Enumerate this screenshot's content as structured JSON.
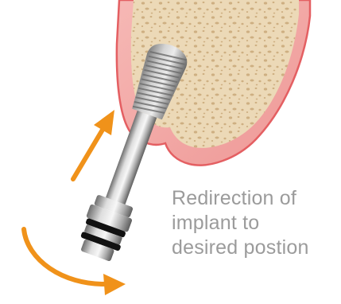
{
  "caption": {
    "lines": [
      "Redirection of",
      "implant to",
      "desired postion"
    ],
    "color": "#9b9b9b"
  },
  "colors": {
    "gum": "#f0a3a1",
    "gum_edge": "#e45f62",
    "bone": "#ecd9b7",
    "bone_pores": "#c9a879",
    "arrow": "#f0921a",
    "metal": "#c6c6c6",
    "seal_ring": "#111111"
  },
  "icons": {
    "gum_tissue": "gum-tissue-shape",
    "bone_tissue": "porous-bone-shape",
    "implant": "threaded-dental-implant",
    "mount": "implant-driver-mount",
    "straight_arrow": "straight-arrow-up-right",
    "curved_arrow": "curved-arrow-right"
  }
}
